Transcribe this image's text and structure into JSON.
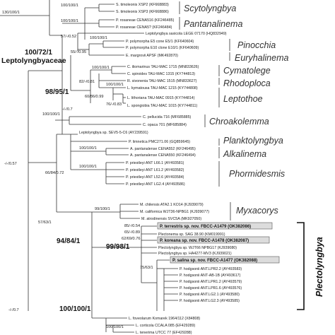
{
  "top_support": "130/100/1",
  "family_label": "Leptolyngbyaceae",
  "tips": [
    "S. timoleonis XSP2 (KF668883)",
    "S. timoleonis XSP3 (KF668886)",
    "P. rosaneae CENA516 (KF246485)",
    "P. rosaneae CENA5? (KF246484)",
    "Leptolyngbya saxicola LEGE 07170 (HQ832949)",
    "P. polymorpha E5 cone E5/1 (KF640604)",
    "P. polymorpha E10 clone E10/1 (KF640609)",
    "E. margrovii APSF (MK492870)",
    "C. iliomarinus TAU-MAC 1715 (MN833626)",
    "C. spiroides TAU-MAC 1315 (KY744813)",
    "R. sivonenia TAU-MAC 1515 (MN833627)",
    "L. kymatousa TAU-MAC 1215 (KY744808)",
    "L. lithoriana TAU-MAC 0915 (KY744814)",
    "L. spongiobia TAU-MAC 1015 (KY744811)",
    "C. pellucida 716 (MF685885)",
    "C. opaca 701 (MF685884)",
    "Leptolyngbya sp. SEV5-5-C6 (AY239591)",
    "P. limnetica PMC271.06 (GQ859645)",
    "A. pantanalense CENA552 (KF246495)",
    "A. pantanalense CENA550 (KF246494)",
    "P. priestleyi ANT L66.1 (AY493581)",
    "P. priestleyi ANT L61.2 (AY493582)",
    "P. priestleyi ANT L52.6 (AY493584)",
    "P. priestleyi ANT LG2.4 (AY493586)",
    "M. chilensis ATA2.1 KO14 (KJ939079)",
    "M. californica WJT36-NPBG1 (KJ939077)",
    "M. atrodinensis SVC5A (MK927050)",
    "P. terrestris sp. nov. FBCC-A1479 (OK382086)",
    "Plectonema sp. SAG 38.90 (KM019991)",
    "P. koreana sp. nov. FBCC-A1478 (OK382087)",
    "Plectolyngbya sp. WJT66 NPBG17 (KJ939080)",
    "Plectolyngbya sp. HA4277-MV3 (KJ939021)",
    "P. salina sp. nov. FBCC-A1477 (OK382088)",
    "P. hodgsonii ANT.LPR2.2 (AY493583)",
    "P. hodgsonii ANT-AB-1B (AY493617)",
    "P. hodgsonii ANT.LPR1.2 (AY493579)",
    "P. hodgsonii ANT.LPR1.6 (AY493576)",
    "P. hodgsonii ANT.LG2.1 (AY493580)",
    "P. hodgsonii ANT.LG2.3 (AY493585)",
    "L. foveolarum Komarek 1964/112 (X84808)",
    "L. corticola CCALA 085 (EF429289)",
    "L. tenerima UTCC 77 (EF429288)"
  ],
  "supports": [
    "100/100/1",
    "100/100/1",
    "100/100/1",
    "57/-/0.52",
    "55/-/0.95",
    "100/100/1",
    "82/-/0.81",
    "100/100/1",
    "60/86/0.99",
    "76/-/0.83",
    "-/-/0.7",
    "100/100/1",
    "-/-/0.57",
    "66/84/0.72",
    "100/100/1",
    "100/100/1",
    "57/63/1",
    "99/100/1",
    "85/-/0.54",
    "65/-/0.89",
    "62/69/0.76",
    "75/63/1",
    "100/100/1",
    "-/-/0.7"
  ],
  "bold_supports": [
    "100/72/1",
    "98/95/1",
    "94/84/1",
    "99/98/1",
    "100/100/1"
  ],
  "genera": [
    "Scytolyngbya",
    "Pantanalinema",
    "Pinocchia",
    "Euryhalinema",
    "Cymatolege",
    "Rhodoploca",
    "Leptothoe",
    "Chroakolemma",
    "Planktolyngbya",
    "Alkalinema",
    "Phormidesmis",
    "Myxacorys"
  ],
  "focal_genus": "Plectolyngbya"
}
